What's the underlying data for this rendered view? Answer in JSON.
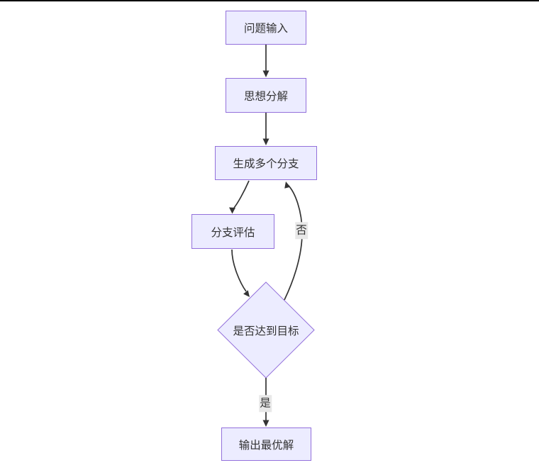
{
  "diagram": {
    "type": "flowchart",
    "direction": "top-down",
    "nodes": [
      {
        "id": "input",
        "shape": "rect",
        "label": "问题输入"
      },
      {
        "id": "decompose",
        "shape": "rect",
        "label": "思想分解"
      },
      {
        "id": "branches",
        "shape": "rect",
        "label": "生成多个分支"
      },
      {
        "id": "evaluate",
        "shape": "rect",
        "label": "分支评估"
      },
      {
        "id": "decision",
        "shape": "diamond",
        "label": "是否达到目标"
      },
      {
        "id": "output",
        "shape": "rect",
        "label": "输出最优解"
      }
    ],
    "edges": [
      {
        "from": "问题输入",
        "to": "思想分解",
        "label": ""
      },
      {
        "from": "思想分解",
        "to": "生成多个分支",
        "label": ""
      },
      {
        "from": "生成多个分支",
        "to": "分支评估",
        "label": ""
      },
      {
        "from": "分支评估",
        "to": "是否达到目标",
        "label": ""
      },
      {
        "from": "是否达到目标",
        "to": "生成多个分支",
        "label": "否"
      },
      {
        "from": "是否达到目标",
        "to": "输出最优解",
        "label": "是"
      }
    ],
    "colors": {
      "node_fill": "#ECECFF",
      "node_border": "#9370DB",
      "edge_stroke": "#333333",
      "edge_label_bg": "#e8e8e8",
      "text": "#333333",
      "top_border": "#000000"
    }
  }
}
